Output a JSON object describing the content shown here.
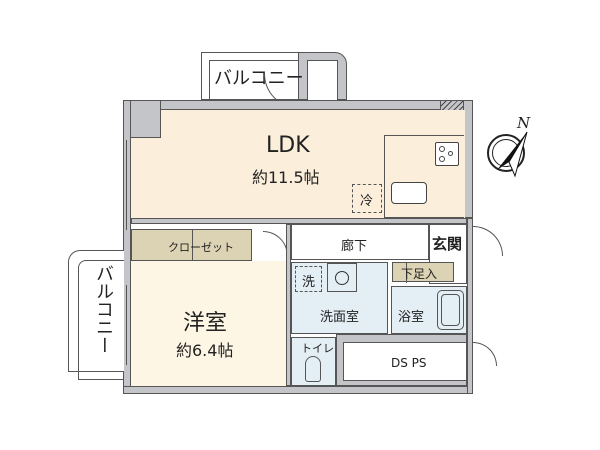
{
  "colors": {
    "wall": "#c3c5c8",
    "ldk_floor": "#fbeedb",
    "western_room_floor": "#fdf6e4",
    "closet": "#dcd3b4",
    "wet_area": "#e3eef5",
    "corridor": "#ffffff",
    "line": "#444444"
  },
  "rooms": {
    "ldk": {
      "name": "LDK",
      "area": "約11.5帖"
    },
    "western": {
      "name": "洋室",
      "area": "約6.4帖"
    },
    "closet": {
      "name": "クローゼット"
    },
    "corridor": {
      "name": "廊下"
    },
    "entrance": {
      "name": "玄関"
    },
    "shoe_box": {
      "name": "下足入"
    },
    "washroom": {
      "name": "洗面室"
    },
    "bathroom": {
      "name": "浴室"
    },
    "toilet": {
      "name": "トイレ"
    },
    "dsps": {
      "name": "DS PS"
    },
    "balcony_top": {
      "name": "バルコニー"
    },
    "balcony_left": {
      "name": "バルコニー"
    }
  },
  "fixtures": {
    "fridge": "冷",
    "washer": "洗"
  },
  "compass": {
    "label": "N"
  }
}
